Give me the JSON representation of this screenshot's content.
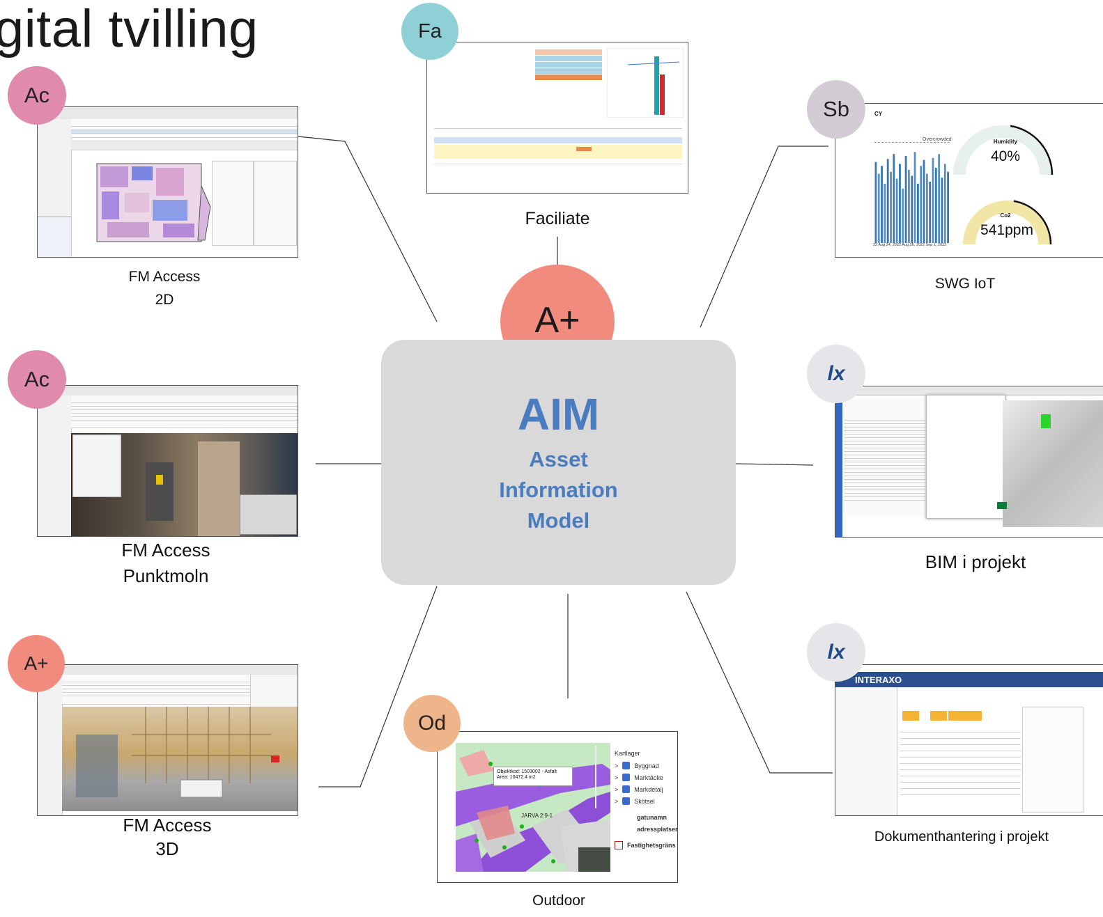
{
  "page": {
    "title": "gital tvilling"
  },
  "center": {
    "badge": "A+",
    "title": "AIM",
    "subtitle_lines": [
      "Asset",
      "Information",
      "Model"
    ]
  },
  "nodes": [
    {
      "id": "fm-access-2d",
      "badge": "Ac",
      "badge_color": "#e08aac",
      "label_lines": [
        "FM Access",
        "2D"
      ]
    },
    {
      "id": "fm-access-punktmoln",
      "badge": "Ac",
      "badge_color": "#e08aac",
      "label_lines": [
        "FM Access",
        "Punktmoln"
      ]
    },
    {
      "id": "fm-access-3d",
      "badge": "A+",
      "badge_color": "#f08b7e",
      "label_lines": [
        "FM Access",
        "3D"
      ]
    },
    {
      "id": "faciliate",
      "badge": "Fa",
      "badge_color": "#8fd0d6",
      "label_lines": [
        "Faciliate"
      ]
    },
    {
      "id": "swg-iot",
      "badge": "Sb",
      "badge_color": "#d4ccd4",
      "label_lines": [
        "SWG IoT"
      ]
    },
    {
      "id": "bim-i-projekt",
      "badge": "lx",
      "badge_color": "#e6e6ea",
      "label_lines": [
        "BIM i projekt"
      ]
    },
    {
      "id": "dokumenthantering",
      "badge": "lx",
      "badge_color": "#e6e6ea",
      "label_lines": [
        "Dokumenthantering i projekt"
      ]
    },
    {
      "id": "outdoor",
      "badge": "Od",
      "badge_color": "#eeb48a",
      "label_lines": [
        "Outdoor"
      ]
    }
  ],
  "iot": {
    "header": "CY",
    "overcrowded": "Overcrowded",
    "x_ticks": "22 Aug 24, 2022 Aug 26, 2022 Sep 1, 2022",
    "humidity_label": "Humidity",
    "humidity_value": "40%",
    "humidity_level": 0.4,
    "co2_label": "Co2",
    "co2_value": "541ppm",
    "co2_level": 0.55
  },
  "outdoor_map": {
    "popup_line1": "Objektkod: 1503002 - Asfalt",
    "popup_line2": "Area: 10472.4 m2",
    "street": "JARVA 2:9-1",
    "legend_title": "Kartlager",
    "layers": [
      "Byggnad",
      "Marktäcke",
      "Markdetalj",
      "Skötsel"
    ],
    "plain_layers": [
      "gatunamn",
      "adressplatser"
    ],
    "boundary_layer": "Fastighetsgräns"
  },
  "docs": {
    "app_name": "INTERAXO"
  },
  "colors": {
    "accent_blue": "#4a7cc0",
    "center_gray": "#d9d9d9",
    "connector": "#333333"
  }
}
